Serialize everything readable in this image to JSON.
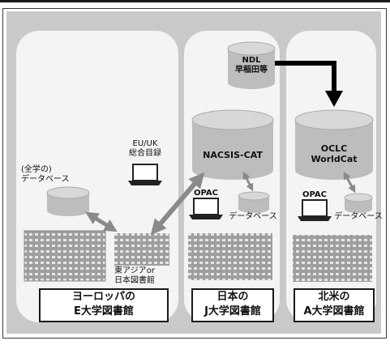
{
  "columns": [
    {
      "id": "europe",
      "label_line1": "ヨーロッパの",
      "label_line2": "E大学図書館"
    },
    {
      "id": "japan",
      "label_line1": "日本の",
      "label_line2": "J大学図書館"
    },
    {
      "id": "na",
      "label_line1": "北米の",
      "label_line2": "A大学図書館"
    }
  ],
  "nodes": {
    "ndl": {
      "line1": "NDL",
      "line2": "早稲田等"
    },
    "nacsis": {
      "line1": "NACSIS-CAT"
    },
    "oclc": {
      "line1": "OCLC",
      "line2": "WorldCat"
    },
    "eu_uk": {
      "line1": "EU/UK",
      "line2": "総合目録"
    },
    "all_univ_db": {
      "line1": "(全学の)",
      "line2": "データベース"
    },
    "east_asia": {
      "line1": "東アジアor",
      "line2": "日本図書館"
    },
    "japan_opac": "OPAC",
    "japan_db": "データベース",
    "na_opac": "OPAC",
    "na_db": "データベース"
  },
  "colors": {
    "cylinder_top": "#d8d8d8",
    "cylinder_body": "#bdbdbd",
    "arrow_gray": "#8a8a8a",
    "arrow_black": "#000000",
    "building": "#a5a5a5"
  }
}
